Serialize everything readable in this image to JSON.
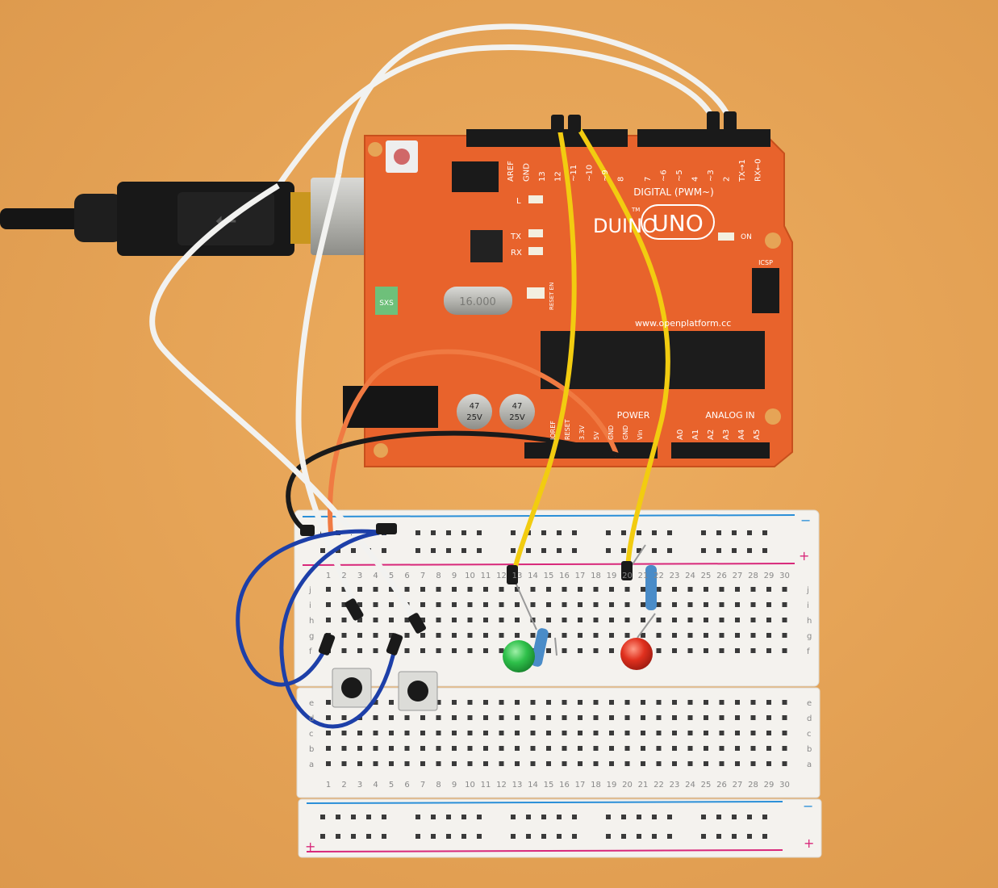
{
  "colors": {
    "background": "#e6a456",
    "board": "#e8632c",
    "breadboard": "#f4f2ee",
    "wire_yellow": "#f2cc10",
    "wire_white": "#f2f2f0",
    "wire_blue": "#1d3fa8",
    "wire_black": "#1a1a1a",
    "wire_orange": "#f07a42",
    "led_green": "#2ec04a",
    "led_red": "#e0301e",
    "rail_red": "#d8287a",
    "rail_blue": "#2a8fd8"
  },
  "board": {
    "logo_prefix": "DUINO",
    "logo_tm": "TM",
    "logo_uno": "UNO",
    "digital_label": "DIGITAL (PWM~)",
    "digital_pins": [
      "AREF",
      "GND",
      "13",
      "12",
      "~11",
      "~10",
      "~9",
      "8",
      "7",
      "~6",
      "~5",
      "4",
      "~3",
      "2",
      "TX→1",
      "RX←0"
    ],
    "tx": "TX",
    "rx": "RX",
    "on": "ON",
    "l": "L",
    "crystal": "16.000",
    "website": "www.openplatform.cc",
    "cap1": "47\n25V",
    "cap1_a": "47",
    "cap1_b": "25V",
    "fuse": "SXS",
    "icsp": "ICSP",
    "power_label": "POWER",
    "power_pins": [
      "IOREF",
      "RESET",
      "3.3V",
      "5V",
      "GND",
      "GND",
      "Vin"
    ],
    "analog_label": "ANALOG IN",
    "analog_pins": [
      "A0",
      "A1",
      "A2",
      "A3",
      "A4",
      "A5"
    ],
    "reset_en": "RESET EN"
  },
  "breadboard": {
    "rail_plus": "+",
    "rail_minus": "−",
    "letters_top": [
      "j",
      "i",
      "h",
      "g",
      "f"
    ],
    "letters_bottom": [
      "e",
      "d",
      "c",
      "b",
      "a"
    ],
    "columns": 30
  }
}
